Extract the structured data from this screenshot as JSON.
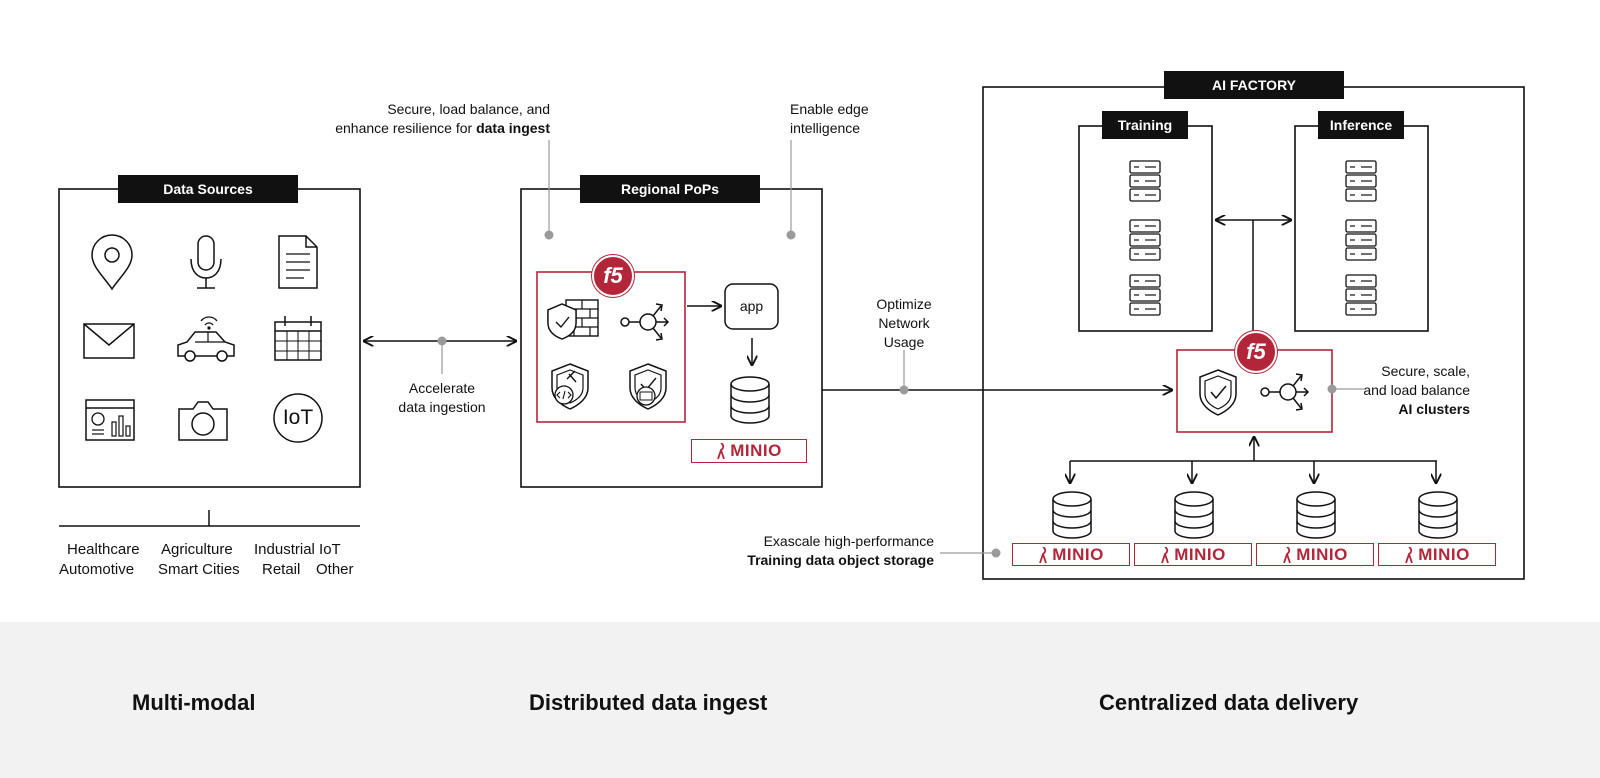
{
  "boxes": {
    "data_sources": "Data Sources",
    "regional_pops": "Regional PoPs",
    "ai_factory": "AI FACTORY",
    "training": "Training",
    "inference": "Inference"
  },
  "annotations": {
    "ingest_line1": "Secure, load balance, and",
    "ingest_line2_plain": "enhance resilience for ",
    "ingest_line2_bold": "data ingest",
    "edge_line1": "Enable edge",
    "edge_line2": "intelligence",
    "accelerate_line1": "Accelerate",
    "accelerate_line2": "data ingestion",
    "optimize_line1": "Optimize",
    "optimize_line2": "Network",
    "optimize_line3": "Usage",
    "secure_line1": "Secure, scale,",
    "secure_line2": "and load balance",
    "secure_line3": "AI clusters",
    "exascale_line1": "Exascale high-performance",
    "exascale_line2": "Training data object storage"
  },
  "app_label": "app",
  "f5_label": "f5",
  "iot_label": "IoT",
  "minio_label": "MINIO",
  "industries": {
    "row1": [
      "Healthcare",
      "Agriculture",
      "Industrial IoT"
    ],
    "row2": [
      "Automotive",
      "Smart Cities",
      "Retail",
      "Other"
    ]
  },
  "footer": {
    "left": "Multi-modal",
    "middle": "Distributed data ingest",
    "right": "Centralized data delivery"
  },
  "colors": {
    "accent": "#b3263a",
    "ink": "#111111",
    "muted": "#9a9a9a",
    "footer_bg": "#f2f2f2"
  }
}
